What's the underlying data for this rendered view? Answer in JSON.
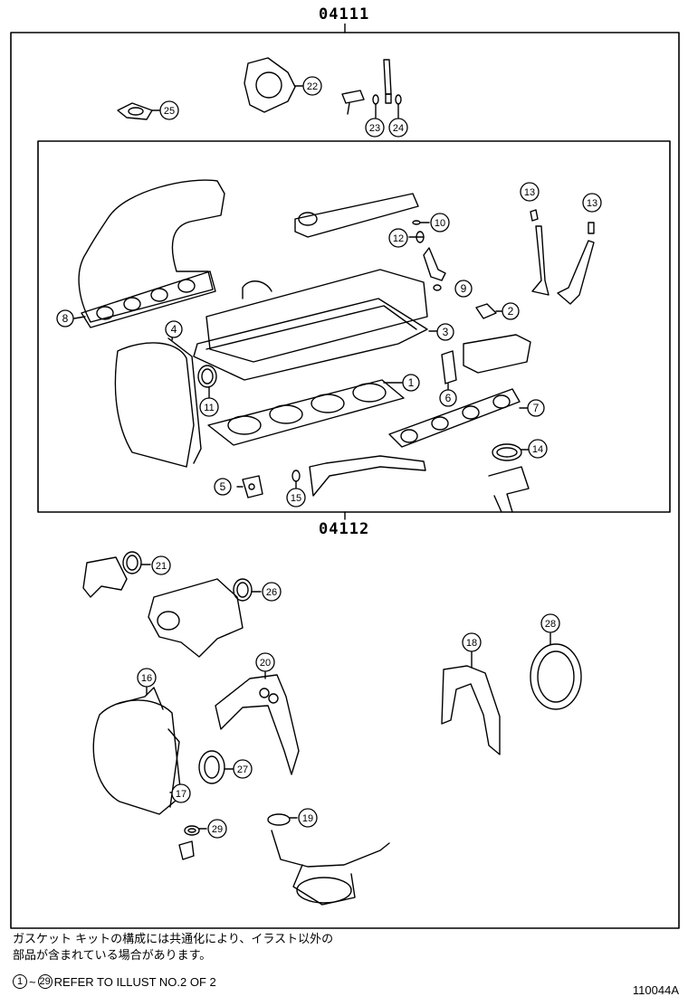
{
  "kits": {
    "outer_code": "04111",
    "inner_code": "04112"
  },
  "callouts": [
    {
      "id": "c1",
      "num": "1"
    },
    {
      "id": "c2",
      "num": "2"
    },
    {
      "id": "c3",
      "num": "3"
    },
    {
      "id": "c4",
      "num": "4"
    },
    {
      "id": "c5",
      "num": "5"
    },
    {
      "id": "c6",
      "num": "6"
    },
    {
      "id": "c7",
      "num": "7"
    },
    {
      "id": "c8",
      "num": "8"
    },
    {
      "id": "c9",
      "num": "9"
    },
    {
      "id": "c10",
      "num": "10"
    },
    {
      "id": "c11",
      "num": "11"
    },
    {
      "id": "c12",
      "num": "12"
    },
    {
      "id": "c13a",
      "num": "13"
    },
    {
      "id": "c13b",
      "num": "13"
    },
    {
      "id": "c14",
      "num": "14"
    },
    {
      "id": "c15",
      "num": "15"
    },
    {
      "id": "c16",
      "num": "16"
    },
    {
      "id": "c17",
      "num": "17"
    },
    {
      "id": "c18",
      "num": "18"
    },
    {
      "id": "c19",
      "num": "19"
    },
    {
      "id": "c20",
      "num": "20"
    },
    {
      "id": "c21",
      "num": "21"
    },
    {
      "id": "c22",
      "num": "22"
    },
    {
      "id": "c23",
      "num": "23"
    },
    {
      "id": "c24",
      "num": "24"
    },
    {
      "id": "c25",
      "num": "25"
    },
    {
      "id": "c26",
      "num": "26"
    },
    {
      "id": "c27",
      "num": "27"
    },
    {
      "id": "c28",
      "num": "28"
    },
    {
      "id": "c29",
      "num": "29"
    }
  ],
  "notes": {
    "jp_line1": "ガスケット キットの構成には共通化により、イラスト以外の",
    "jp_line2": "部品が含まれている場合があります。",
    "refer_start": "1",
    "refer_tilde": "~",
    "refer_end": "29",
    "refer_text": "REFER TO ILLUST NO.2 OF 2"
  },
  "figure_id": "110044A"
}
